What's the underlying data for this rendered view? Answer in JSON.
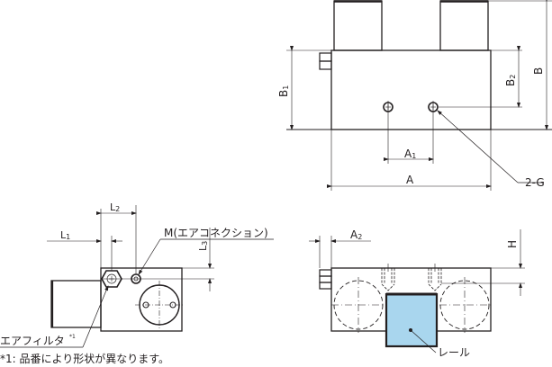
{
  "labels": {
    "A": "A",
    "A1": "A",
    "A1_sub": "1",
    "A2": "A",
    "A2_sub": "2",
    "B": "B",
    "B1": "B",
    "B1_sub": "1",
    "B2": "B",
    "B2_sub": "2",
    "G": "2-G",
    "H": "H",
    "L1": "L",
    "L1_sub": "1",
    "L2": "L",
    "L2_sub": "2",
    "L3": "L",
    "L3_sub": "3",
    "M": "M(エアコネクション)",
    "air_filter": "エアフィルタ",
    "air_filter_mark": "*1",
    "rail": "レール"
  },
  "footnote": "*1: 品番により形状が異なります。",
  "colors": {
    "line": "#231f20",
    "rail_fill": "#a9d6ee"
  }
}
